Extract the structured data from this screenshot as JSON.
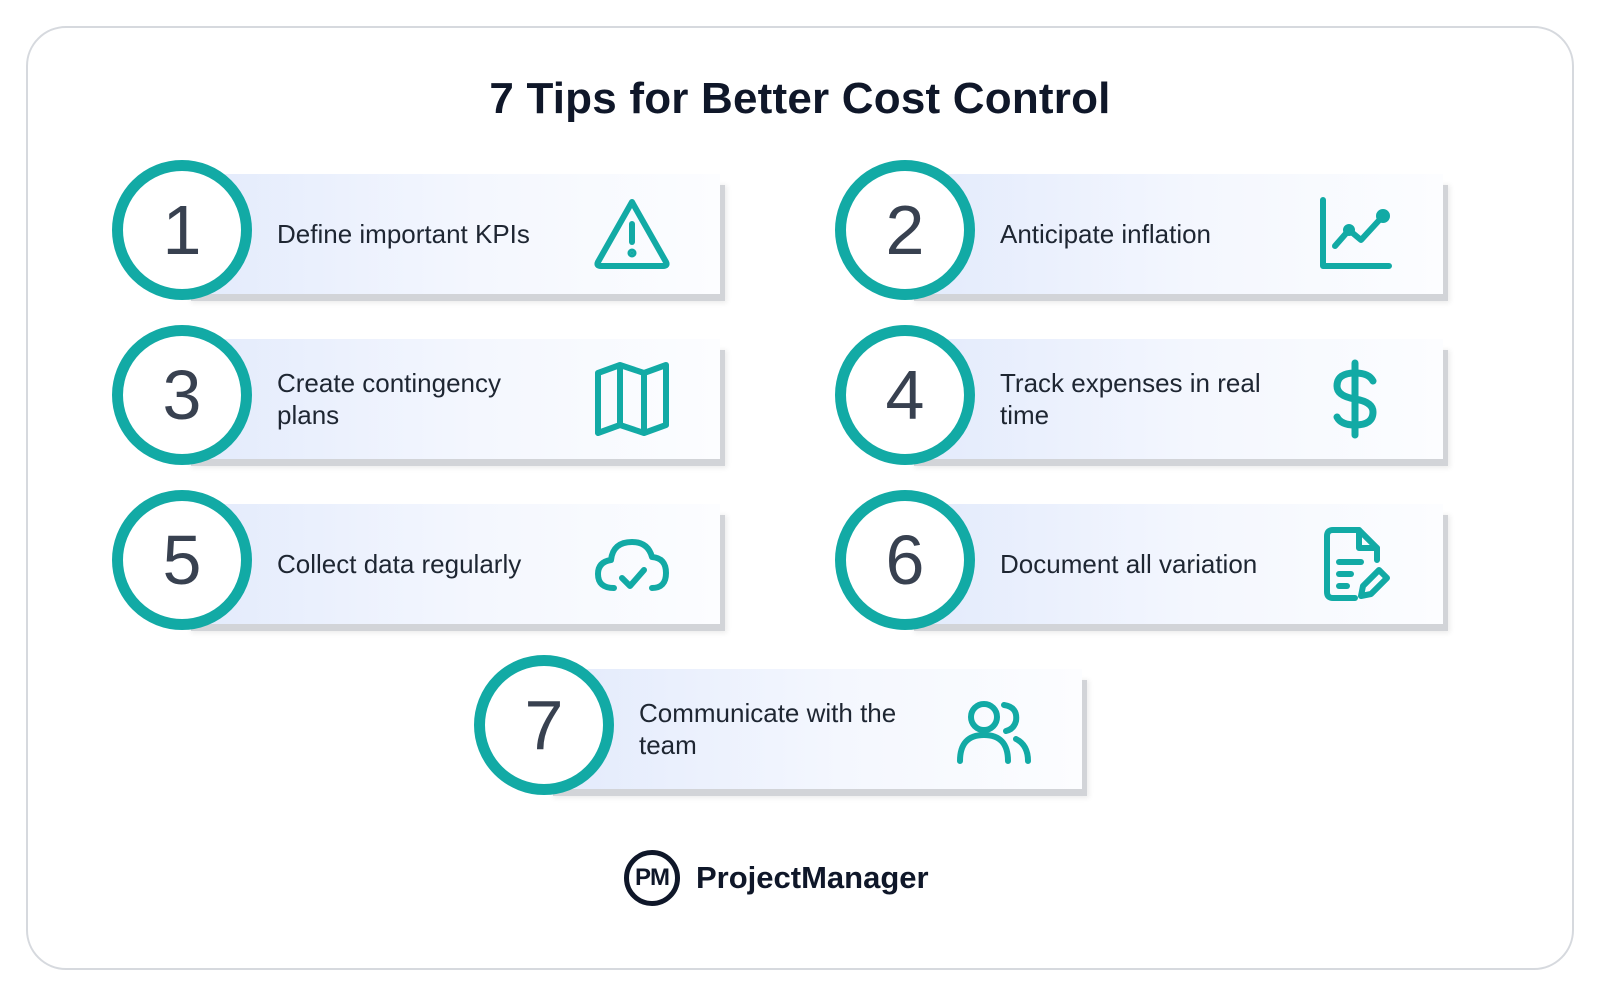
{
  "title": "7 Tips for Better Cost Control",
  "accent_color": "#12aaa5",
  "tips": [
    {
      "number": "1",
      "text": "Define important KPIs",
      "icon": "warning-triangle-icon"
    },
    {
      "number": "2",
      "text": "Anticipate inflation",
      "icon": "line-chart-icon"
    },
    {
      "number": "3",
      "text": "Create contingency plans",
      "icon": "map-icon"
    },
    {
      "number": "4",
      "text": "Track expenses in real time",
      "icon": "dollar-sign-icon"
    },
    {
      "number": "5",
      "text": "Collect data regularly",
      "icon": "cloud-check-icon"
    },
    {
      "number": "6",
      "text": "Document all variation",
      "icon": "document-edit-icon"
    },
    {
      "number": "7",
      "text": "Communicate with the team",
      "icon": "users-icon"
    }
  ],
  "brand": {
    "mark": "PM",
    "name": "ProjectManager"
  }
}
